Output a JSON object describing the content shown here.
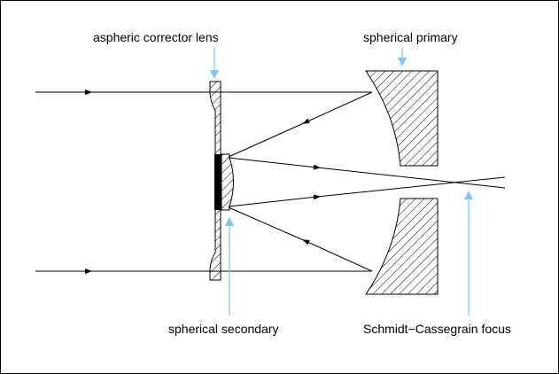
{
  "title": "Schmidt-Cassegrain telescope diagram",
  "labels": {
    "corrector": "aspheric corrector lens",
    "primary": "spherical primary",
    "secondary": "spherical secondary",
    "focus": "Schmidt−Cassegrain focus"
  },
  "colors": {
    "pointer": "#7ec8f8",
    "line": "#000000"
  }
}
